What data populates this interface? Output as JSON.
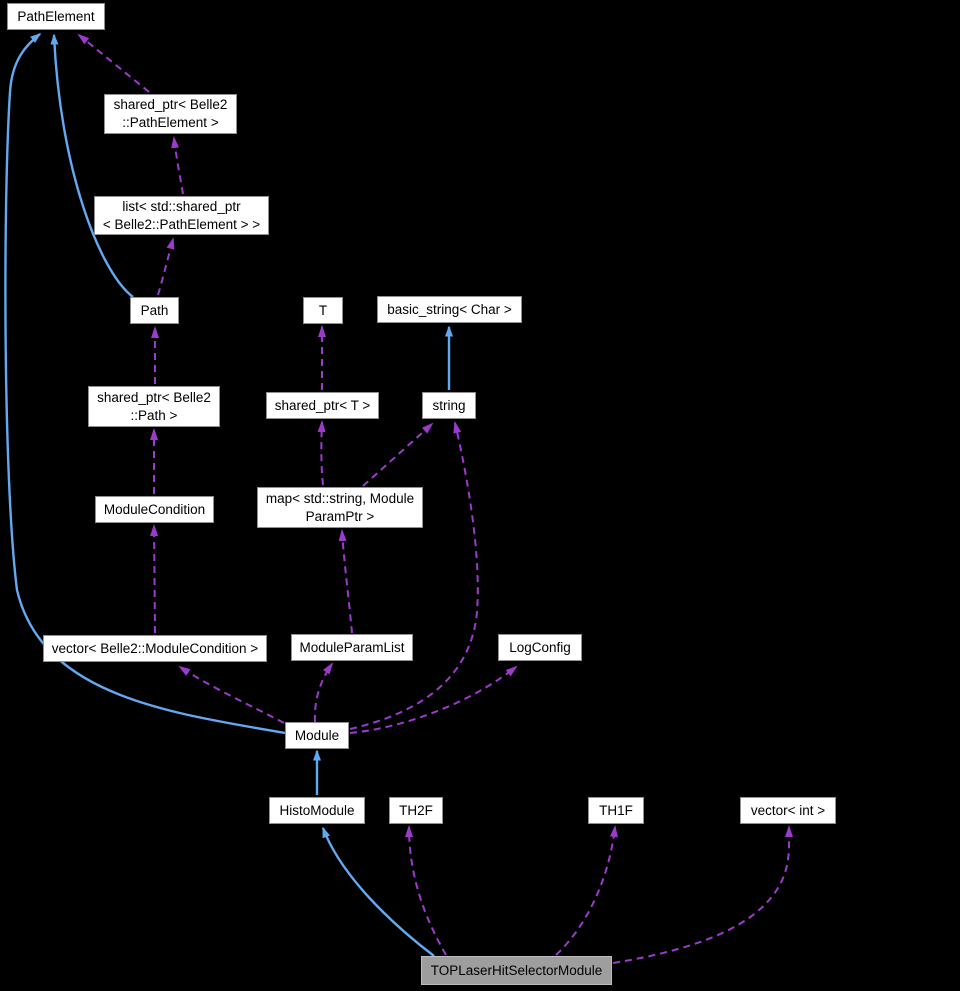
{
  "diagram": {
    "kind": "doxygen-collaboration-graph",
    "highlighted_node": "TOPLaserHitSelectorModule"
  },
  "colors": {
    "background": "#000000",
    "node_fill": "#ffffff",
    "node_border": "#8f8f8f",
    "highlight_fill": "#9e9e9e",
    "inheritance_edge": "#63a9f2",
    "usage_edge": "#9b3acd"
  },
  "nodes": [
    {
      "id": "pathelement",
      "label": "PathElement"
    },
    {
      "id": "shared-ptr-pathelement",
      "label": "shared_ptr< Belle2\n::PathElement >"
    },
    {
      "id": "list-shared-ptr",
      "label": "list< std::shared_ptr\n< Belle2::PathElement > >"
    },
    {
      "id": "path",
      "label": "Path"
    },
    {
      "id": "t",
      "label": "T"
    },
    {
      "id": "basic-string-char",
      "label": "basic_string< Char >"
    },
    {
      "id": "shared-ptr-t",
      "label": "shared_ptr< T >"
    },
    {
      "id": "string",
      "label": "string"
    },
    {
      "id": "shared-ptr-path",
      "label": "shared_ptr< Belle2\n::Path >"
    },
    {
      "id": "modulecondition",
      "label": "ModuleCondition"
    },
    {
      "id": "map-string-moduleparamptr",
      "label": "map< std::string, Module\nParamPtr >"
    },
    {
      "id": "vector-modulecondition",
      "label": "vector< Belle2::ModuleCondition >"
    },
    {
      "id": "moduleparamlist",
      "label": "ModuleParamList"
    },
    {
      "id": "logconfig",
      "label": "LogConfig"
    },
    {
      "id": "module",
      "label": "Module"
    },
    {
      "id": "histomodule",
      "label": "HistoModule"
    },
    {
      "id": "th2f",
      "label": "TH2F"
    },
    {
      "id": "th1f",
      "label": "TH1F"
    },
    {
      "id": "vector-int",
      "label": "vector< int >"
    },
    {
      "id": "toplaserhitselectormodule",
      "label": "TOPLaserHitSelectorModule",
      "highlighted": true
    }
  ],
  "edges": [
    {
      "from": "Path",
      "to": "PathElement",
      "type": "inheritance"
    },
    {
      "from": "Module",
      "to": "PathElement",
      "type": "inheritance"
    },
    {
      "from": "string",
      "to": "basic_string< Char >",
      "type": "inheritance"
    },
    {
      "from": "HistoModule",
      "to": "Module",
      "type": "inheritance"
    },
    {
      "from": "TOPLaserHitSelectorModule",
      "to": "HistoModule",
      "type": "inheritance"
    },
    {
      "from": "shared_ptr< Belle2::PathElement >",
      "to": "PathElement",
      "type": "usage"
    },
    {
      "from": "list< std::shared_ptr< Belle2::PathElement > >",
      "to": "shared_ptr< Belle2::PathElement >",
      "type": "usage"
    },
    {
      "from": "Path",
      "to": "list< std::shared_ptr< Belle2::PathElement > >",
      "type": "usage"
    },
    {
      "from": "shared_ptr< Belle2::Path >",
      "to": "Path",
      "type": "usage"
    },
    {
      "from": "ModuleCondition",
      "to": "shared_ptr< Belle2::Path >",
      "type": "usage"
    },
    {
      "from": "vector< Belle2::ModuleCondition >",
      "to": "ModuleCondition",
      "type": "usage"
    },
    {
      "from": "Module",
      "to": "vector< Belle2::ModuleCondition >",
      "type": "usage"
    },
    {
      "from": "Module",
      "to": "ModuleParamList",
      "type": "usage"
    },
    {
      "from": "Module",
      "to": "string",
      "type": "usage"
    },
    {
      "from": "Module",
      "to": "LogConfig",
      "type": "usage"
    },
    {
      "from": "shared_ptr< T >",
      "to": "T",
      "type": "usage"
    },
    {
      "from": "map< std::string, ModuleParamPtr >",
      "to": "shared_ptr< T >",
      "type": "usage"
    },
    {
      "from": "map< std::string, ModuleParamPtr >",
      "to": "string",
      "type": "usage"
    },
    {
      "from": "ModuleParamList",
      "to": "map< std::string, ModuleParamPtr >",
      "type": "usage"
    },
    {
      "from": "TOPLaserHitSelectorModule",
      "to": "TH2F",
      "type": "usage"
    },
    {
      "from": "TOPLaserHitSelectorModule",
      "to": "TH1F",
      "type": "usage"
    },
    {
      "from": "TOPLaserHitSelectorModule",
      "to": "vector< int >",
      "type": "usage"
    }
  ]
}
